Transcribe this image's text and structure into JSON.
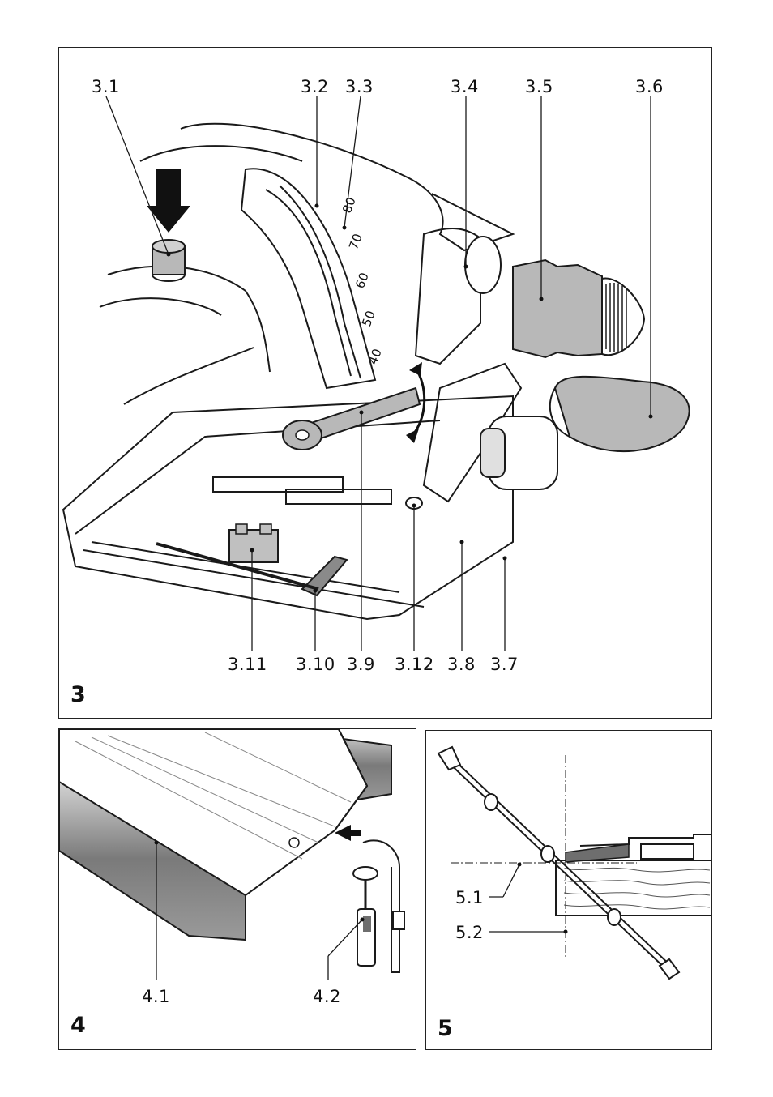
{
  "figure3": {
    "number": "3",
    "top_labels": [
      "3.1",
      "3.2",
      "3.3",
      "3.4",
      "3.5",
      "3.6"
    ],
    "bottom_labels": [
      "3.11",
      "3.10",
      "3.9",
      "3.12",
      "3.8",
      "3.7"
    ],
    "scale_marks": [
      "80",
      "70",
      "60",
      "50",
      "40"
    ]
  },
  "figure4": {
    "number": "4",
    "labels": [
      "4.1",
      "4.2"
    ]
  },
  "figure5": {
    "number": "5",
    "labels": [
      "5.1",
      "5.2"
    ]
  },
  "colors": {
    "outline": "#1a1a1a",
    "part_gray": "#b8b8b8",
    "dark_gray": "#6e6e6e"
  }
}
